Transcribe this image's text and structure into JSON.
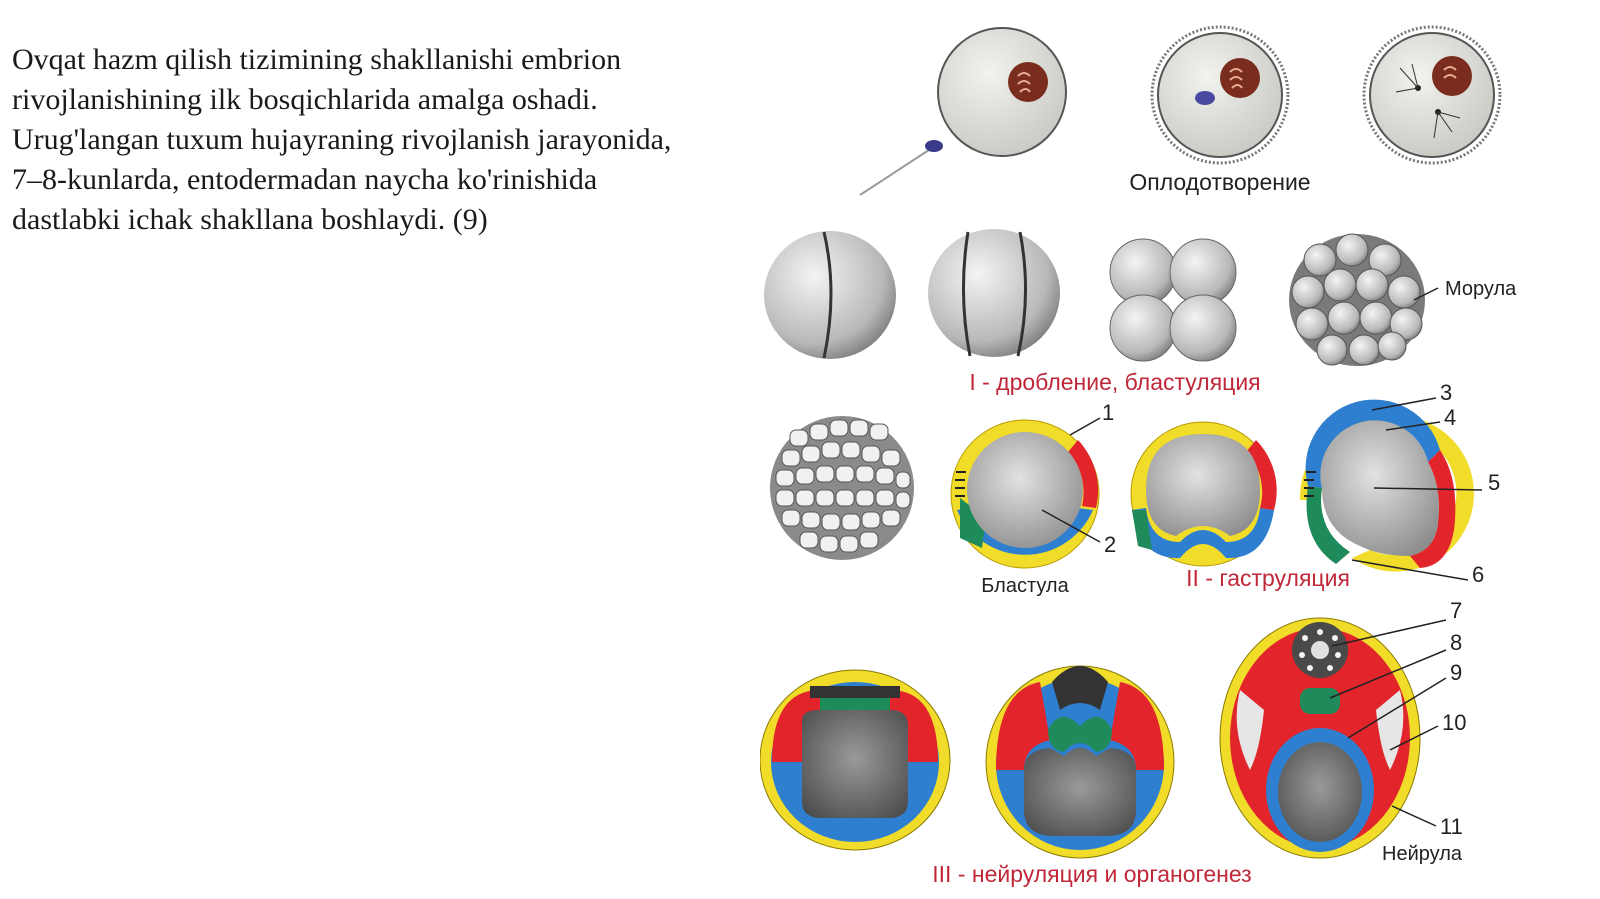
{
  "text": {
    "lines": [
      "Ovqat hazm qilish tizimining shakllanishi embrion",
      "rivojlanishining ilk bosqichlarida amalga oshadi.",
      "Urug'langan tuxum hujayraning rivojlanish jarayonida,",
      "7–8-kunlarda, entodermadan naycha ko'rinishida",
      "dastlabki ichak shakllana boshlaydi. (9)"
    ]
  },
  "figure": {
    "fertilization_label": "Оплодотворение",
    "morula_label": "Морула",
    "stage1_label": "I - дробление, бластуляция",
    "blastula_label": "Бластула",
    "stage2_label": "II - гаструляция",
    "neurula_label": "Нейрула",
    "stage3_label": "III - нейруляция и органогенез",
    "numbers": [
      "1",
      "2",
      "3",
      "4",
      "5",
      "6",
      "7",
      "8",
      "9",
      "10",
      "11"
    ]
  },
  "colors": {
    "ectoderm": "#f2dc2a",
    "endoderm": "#2f7fd0",
    "mesoderm": "#e2242b",
    "chorda": "#1f8a5a",
    "caption_red": "#c0283a"
  }
}
